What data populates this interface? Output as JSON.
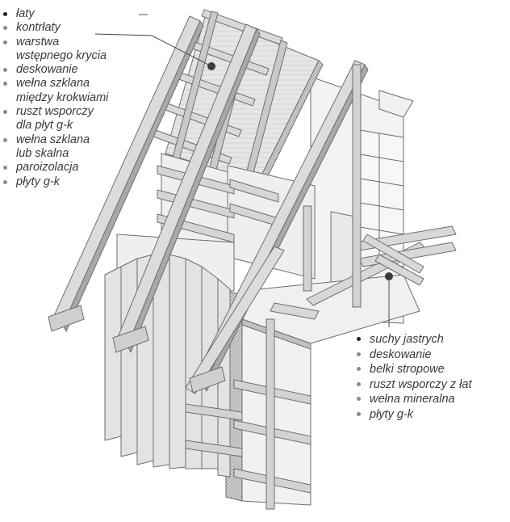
{
  "roof_legend": {
    "items": [
      {
        "lines": [
          "łaty"
        ]
      },
      {
        "lines": [
          "kontrłaty"
        ]
      },
      {
        "lines": [
          "warstwa",
          "wstępnego krycia"
        ]
      },
      {
        "lines": [
          "deskowanie"
        ]
      },
      {
        "lines": [
          "wełna szklana",
          "między krokwiami"
        ]
      },
      {
        "lines": [
          "ruszt wsporczy",
          "dla płyt g-k"
        ]
      },
      {
        "lines": [
          "wełna szklana",
          "lub skalna"
        ]
      },
      {
        "lines": [
          "paroizolacja"
        ]
      },
      {
        "lines": [
          "płyty g-k"
        ]
      }
    ]
  },
  "floor_legend": {
    "items": [
      {
        "lines": [
          "suchy jastrych"
        ]
      },
      {
        "lines": [
          "deskowanie"
        ]
      },
      {
        "lines": [
          "belki stropowe"
        ]
      },
      {
        "lines": [
          "ruszt wsporczy z łat"
        ]
      },
      {
        "lines": [
          "wełna mineralna"
        ]
      },
      {
        "lines": [
          "płyty g-k"
        ]
      }
    ]
  },
  "colors": {
    "timber": "#dcdcdc",
    "timber_dark": "#a9a9a9",
    "outline": "#6e6e6e",
    "board": "#ececec",
    "panel": "#f4f4f4",
    "pointer": "#3b3b3b",
    "text": "#3a3a3a"
  }
}
